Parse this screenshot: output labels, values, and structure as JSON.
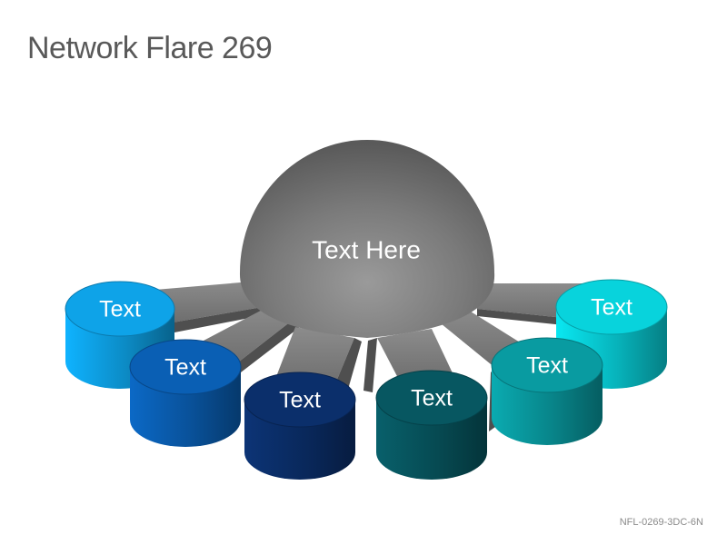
{
  "title": "Network Flare 269",
  "footer_code": "NFL-0269-3DC-6N",
  "hub": {
    "label": "Text Here",
    "color": "#7a7a7a"
  },
  "nodes": [
    {
      "label": "Text",
      "color": "#0ea3e8"
    },
    {
      "label": "Text",
      "color": "#0a5fb4"
    },
    {
      "label": "Text",
      "color": "#0b2f6b"
    },
    {
      "label": "Text",
      "color": "#075761"
    },
    {
      "label": "Text",
      "color": "#099ba1"
    },
    {
      "label": "Text",
      "color": "#08d3dc"
    }
  ]
}
